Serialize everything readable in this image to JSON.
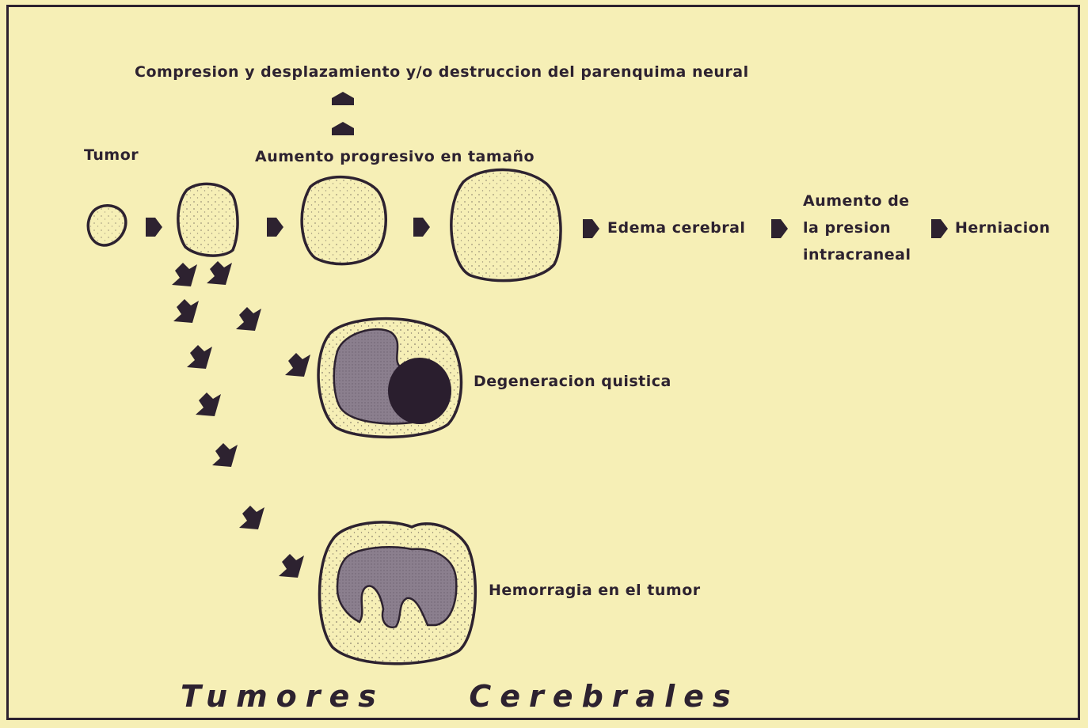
{
  "diagram": {
    "top_label": "Compresion y desplazamiento y/o destruccion del parenquima neural",
    "tumor_label": "Tumor",
    "growth_label": "Aumento progresivo en tamaño",
    "edema_label": "Edema cerebral",
    "pressure_label_lines": [
      "Aumento de",
      "la presion",
      "intracraneal"
    ],
    "herniation_label": "Herniacion",
    "cystic_label": "Degeneracion quistica",
    "hemorrhage_label": "Hemorragia en el tumor",
    "title_words": [
      "Tumores",
      "Cerebrales"
    ]
  },
  "colors": {
    "background": "#f6efb6",
    "ink": "#2d2230",
    "lumen_light": "#8b7f8e",
    "lumen_dark": "#2a1e2e"
  }
}
